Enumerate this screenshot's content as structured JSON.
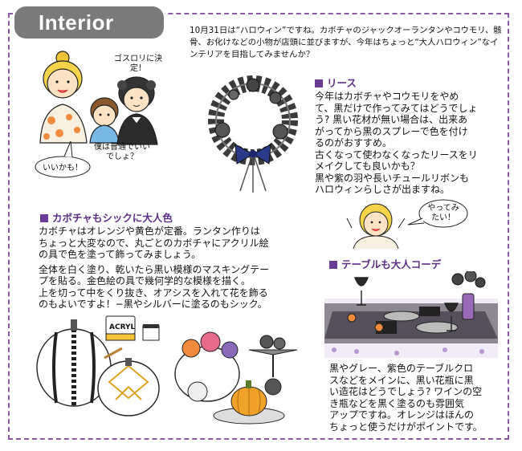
{
  "header": {
    "title": "Interior"
  },
  "intro": "10月31日は“ハロウィン”ですね。カボチャのジャックオーランタンやコウモリ、骸骨、お化けなどの小物が店頭に並びますが、今年はちょっと“大人ハロウィン”なインテリアを目指してみませんか？",
  "characters": {
    "speech_gothic": "ゴスロリに決定！",
    "speech_boy": "僕は普通でいいでしょ？",
    "speech_girl": "いいかも！",
    "speech_table": "やってみたい！"
  },
  "sections": {
    "wreath": {
      "heading": "リース",
      "lines": [
        "今年はカボチャやコウモリをやめ",
        "て、黒だけで作ってみてはどうでしょ",
        "う? 黒い花材が無い場合は、出来あ",
        "がってから黒のスプレーで色を付け",
        "るのがおすすめ。",
        "古くなって使わなくなったリースをリ",
        "メイクしても良いかも？",
        "黒や紫の羽や長いチュールリボンも",
        "ハロウィンらしさが出ますね。"
      ]
    },
    "pumpkin": {
      "heading": "カボチャもシックに大人色",
      "lines": [
        "カボチャはオレンジや黄色が定番。ランタン作りは",
        "ちょっと大変なので、丸ごとのカボチャにアクリル絵",
        "の具で色を塗って飾ってみましょう。",
        "全体を白く塗り、乾いたら黒い模様のマスキングテー",
        "プを貼る。金色絵の具で幾何学的な模様を描く。",
        "上を切って中をくり抜き、オアシスを入れて花を飾る",
        "のもよいですよ！−黒やシルバーに塗るのもシック。"
      ]
    },
    "table": {
      "heading": "テーブルも大人コーデ",
      "lines": [
        "黒やグレー、紫色のテーブルクロ",
        "スなどをメインに、黒い花瓶に黒",
        "い造花はどうでしょう? ワインの空",
        "き瓶などを黒く塗るのも雰囲気",
        "アップですね。オレンジはほんの",
        "ちょっと使うだけがポイントです。"
      ]
    }
  },
  "illustration": {
    "paint_label": "ACRYL"
  },
  "colors": {
    "accent": "#5c2e86",
    "tab": "#7a7a7a",
    "border": "#8a5aa8"
  }
}
